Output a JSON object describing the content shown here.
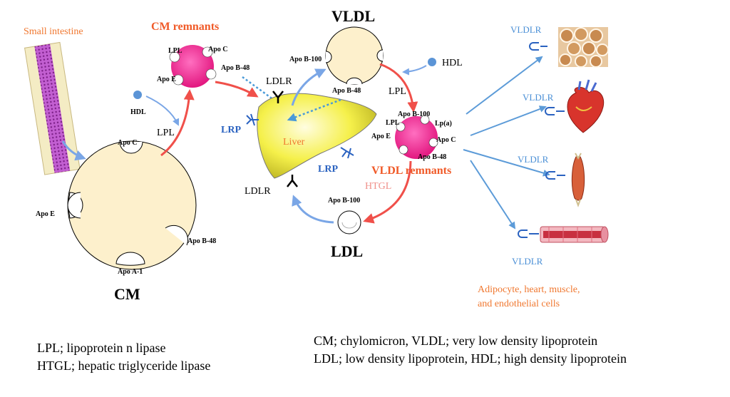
{
  "labels": {
    "small_intestine": "Small intestine",
    "cm_remnants": "CM remnants",
    "vldl": "VLDL",
    "hdl_top": "HDL",
    "hdl_left": "HDL",
    "apo_c_rem": "Apo C",
    "lpl_rem": "LPL",
    "apo_b48_rem": "Apo B-48",
    "apo_e_rem": "Apo E",
    "lpl_left": "LPL",
    "apo_c_cm": "Apo C",
    "apo_e_cm": "Apo E",
    "apo_b48_cm": "Apo B-48",
    "apo_a1_cm": "Apo A-1",
    "cm": "CM",
    "apo_b100_vldl": "Apo B-100",
    "ldlr_top": "LDLR",
    "apo_b48_liver": "Apo B-48",
    "lrp_left": "LRP",
    "liver": "Liver",
    "lrp_right": "LRP",
    "ldlr_bottom": "LDLR",
    "lpl_right": "LPL",
    "apo_b100_vr": "Apo B-100",
    "lpl_vr": "LPL",
    "lpa": "Lp(a)",
    "apo_e_vr": "Apo E",
    "apo_c_vr": "Apo C",
    "apo_b48_vr": "Apo B-48",
    "vldl_remnants": "VLDL remnants",
    "htgl": "HTGL",
    "apo_b100_ldl": "Apo B-100",
    "ldl": "LDL",
    "vldlr_1": "VLDLR",
    "vldlr_2": "VLDLR",
    "vldlr_3": "VLDLR",
    "vldlr_4": "VLDLR",
    "cells_line1": "Adipocyte, heart, muscle,",
    "cells_line2": "and endothelial cells"
  },
  "legend": {
    "left_line1": "LPL; lipoprotein n lipase",
    "left_line2": "HTGL; hepatic triglyceride lipase",
    "right_line1": "CM; chylomicron,   VLDL; very low density lipoprotein",
    "right_line2": "LDL; low density lipoprotein, HDL; high density  lipoprotein"
  },
  "icons": [
    "adipocyte-image",
    "heart-image",
    "muscle-image",
    "blood-vessel-image"
  ],
  "colors": {
    "particle_fill": "#fdf0cc",
    "remnant_fill": "#ee1f8a",
    "liver_fill": "#f2ee3a",
    "arrow_red": "#f0504a",
    "arrow_blue": "#7aa6e6",
    "arrow_line_blue": "#5c9bd8",
    "orange_text": "#f07830"
  }
}
